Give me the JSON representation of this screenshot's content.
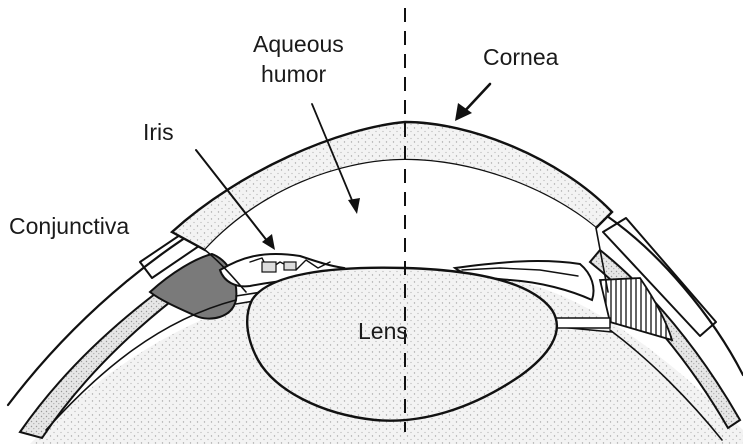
{
  "labels": {
    "aqueous_humor_line1": "Aqueous",
    "aqueous_humor_line2": "humor",
    "cornea": "Cornea",
    "iris": "Iris",
    "conjunctiva": "Conjunctiva",
    "lens": "Lens"
  }
}
